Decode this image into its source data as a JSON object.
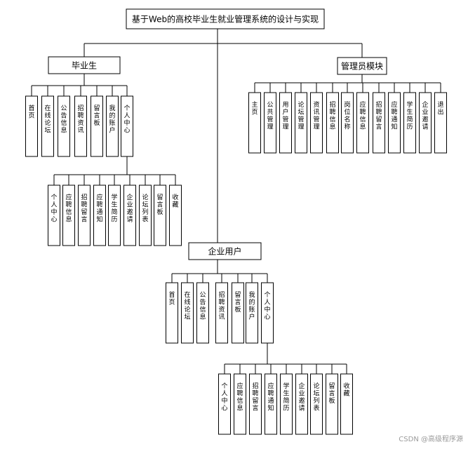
{
  "root": "基于Web的高校毕业生就业管理系统的设计与实现",
  "modules": [
    {
      "name": "毕业生",
      "leaves": [
        "首页",
        "在线论坛",
        "公告信息",
        "招聘资讯",
        "留言板",
        "我的账户",
        "个人中心"
      ],
      "sub": [
        "个人中心",
        "应聘信息",
        "招聘留言",
        "应聘通知",
        "学生简历",
        "企业邀请",
        "论坛列表",
        "留言板",
        "收藏"
      ]
    },
    {
      "name": "管理员模块",
      "leaves": [
        "主页",
        "公共管理",
        "用户管理",
        "论坛管理",
        "资讯管理",
        "招聘信息",
        "岗位名称",
        "应聘信息",
        "招聘留言",
        "应聘通知",
        "学生简历",
        "企业邀请",
        "退出"
      ]
    },
    {
      "name": "企业用户",
      "leaves": [
        "首页",
        "在线论坛",
        "公告信息",
        "招聘资讯",
        "留言板",
        "我的账户",
        "个人中心"
      ],
      "sub": [
        "个人中心",
        "应聘信息",
        "招聘留言",
        "应聘通知",
        "学生简历",
        "企业邀请",
        "论坛列表",
        "留言板",
        "收藏"
      ]
    }
  ],
  "watermark": "CSDN @高级程序源"
}
